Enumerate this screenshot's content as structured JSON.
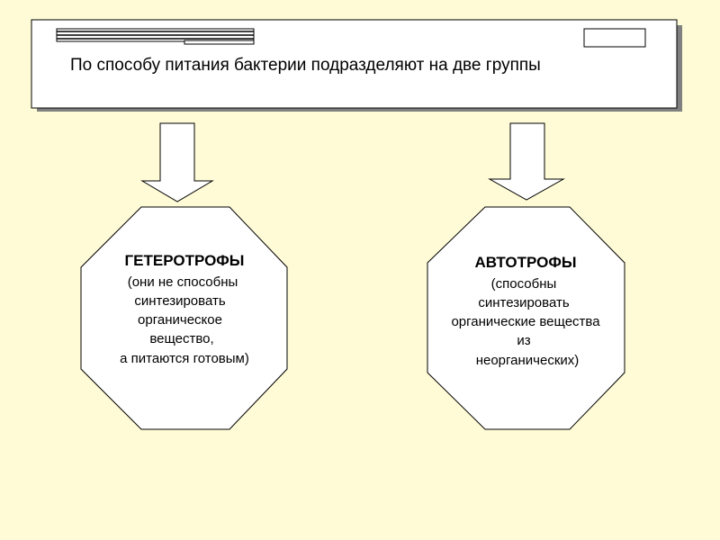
{
  "header": {
    "title": "По способу питания бактерии подразделяют на две группы"
  },
  "groups": [
    {
      "title": "ГЕТЕРОТРОФЫ",
      "lines": [
        "(они не способны",
        "синтезировать",
        "органическое",
        "вещество,",
        "а питаются готовым)"
      ]
    },
    {
      "title": "АВТОТРОФЫ",
      "lines": [
        "(способны",
        "синтезировать",
        "органические вещества",
        "из",
        "неорганических)"
      ]
    }
  ],
  "colors": {
    "background": "#FFFBD6",
    "box_fill": "#FFFFFF",
    "shadow": "#808080",
    "stroke": "#000000"
  }
}
